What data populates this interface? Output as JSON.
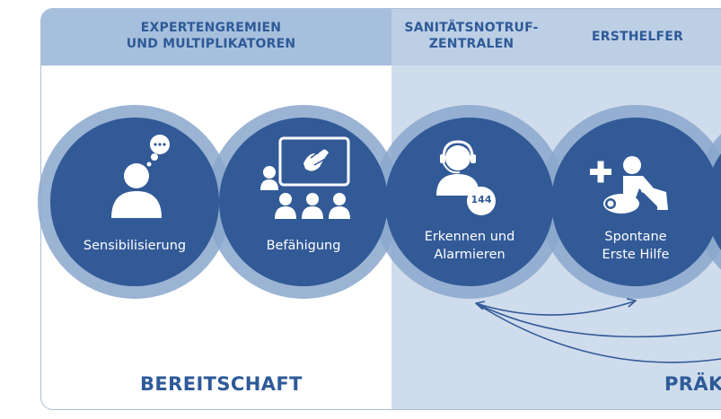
{
  "headers": {
    "left": {
      "line1": "EXPERTENGREMIEN",
      "line2": "UND MULTIPLIKATOREN"
    },
    "middle": {
      "line1": "SANITÄTSNOTRUF-",
      "line2": "ZENTRALEN"
    },
    "right": "ERSTHELFER"
  },
  "steps": [
    {
      "id": "sensibilisierung",
      "line1": "Sensibilisierung",
      "line2": ""
    },
    {
      "id": "befaehigung",
      "line1": "Befähigung",
      "line2": ""
    },
    {
      "id": "erkennen",
      "line1": "Erkennen und",
      "line2": "Alarmieren"
    },
    {
      "id": "spontane",
      "line1": "Spontane",
      "line2": "Erste Hilfe"
    }
  ],
  "badge": "144",
  "footer": {
    "left": "BEREITSCHAFT",
    "right": "PRÄK"
  },
  "colors": {
    "circle_dark": "#325a97",
    "ring": "#8aa7cc",
    "header_left": "#a6bfdc",
    "header_right": "#bccfe5",
    "panel_right": "#cfdcec",
    "text_accent": "#2e5a98"
  },
  "icons": [
    "person-thinking-icon",
    "presentation-audience-icon",
    "headset-operator-icon",
    "cpr-first-aid-icon"
  ]
}
